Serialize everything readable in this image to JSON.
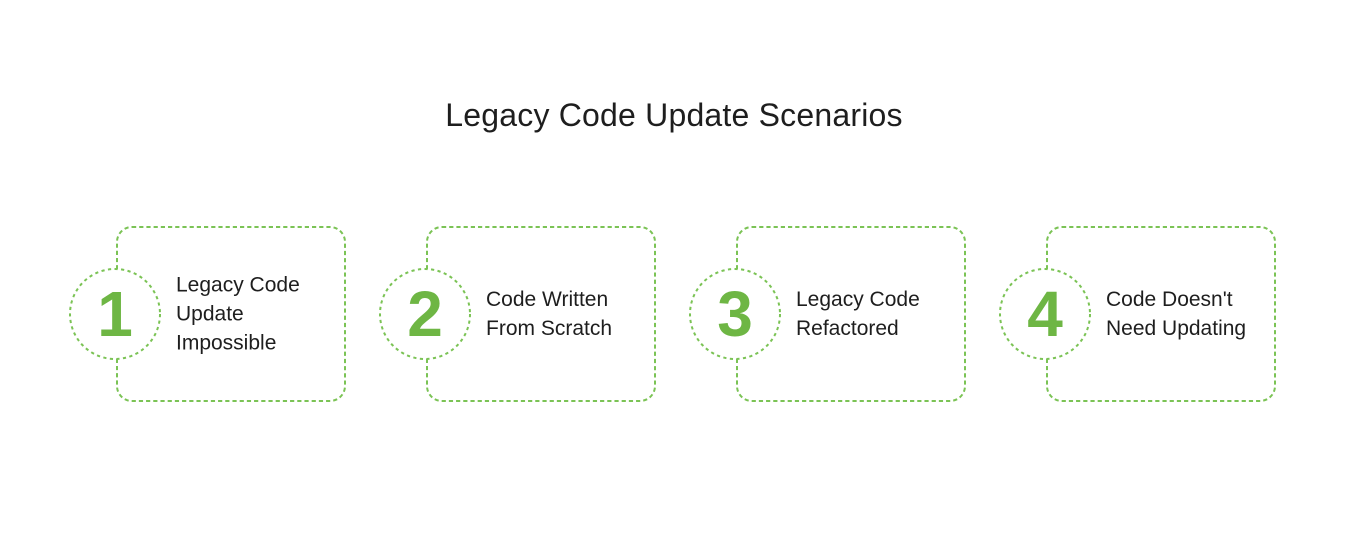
{
  "title": "Legacy Code Update Scenarios",
  "colors": {
    "accent": "#6eb644",
    "border": "#7bc355",
    "text": "#1e1e1e",
    "background": "#ffffff"
  },
  "cards": [
    {
      "number": "1",
      "lines": [
        "Legacy Code",
        "Update",
        "Impossible"
      ]
    },
    {
      "number": "2",
      "lines": [
        "Code Written",
        "From Scratch"
      ]
    },
    {
      "number": "3",
      "lines": [
        "Legacy Code",
        "Refactored"
      ]
    },
    {
      "number": "4",
      "lines": [
        "Code Doesn't",
        "Need Updating"
      ]
    }
  ]
}
